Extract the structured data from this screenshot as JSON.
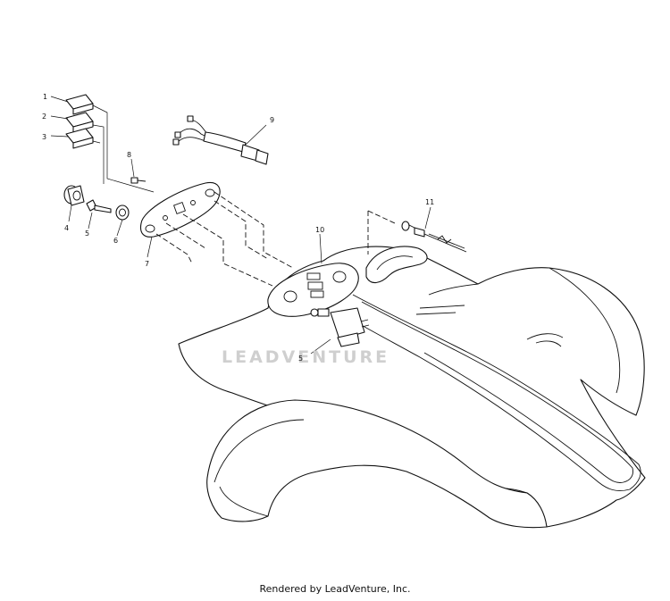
{
  "watermark": "LEADVENTURE",
  "credit": "Rendered by LeadVenture, Inc.",
  "callouts": {
    "c1": "1",
    "c2": "2",
    "c3": "3",
    "c4": "4",
    "c5a": "5",
    "c5b": "5",
    "c6": "6",
    "c7": "7",
    "c8": "8",
    "c9": "9",
    "c10": "10",
    "c11": "11"
  }
}
